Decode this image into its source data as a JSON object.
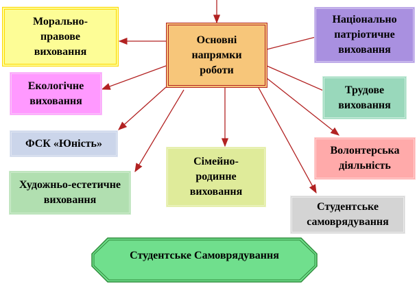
{
  "center": "Основні\nнапрямки\nроботи",
  "areas": {
    "moral": "Морально-\nправове\nвиховання",
    "eco": "Екологічне\nвиховання",
    "fsk": "ФСК «Юність»",
    "art": "Художньо-естетичне\nвиховання",
    "family": "Сімейно-\nродинне\nвиховання",
    "national": "Національно\nпатріотичне\nвиховання",
    "labour": "Трудове\nвиховання",
    "volunteer": "Волонтерська\nдіяльність",
    "student": "Студентське\nсамоврядування"
  },
  "footer": "Студентське Самоврядування",
  "colors": {
    "arrow": "#b22222"
  }
}
